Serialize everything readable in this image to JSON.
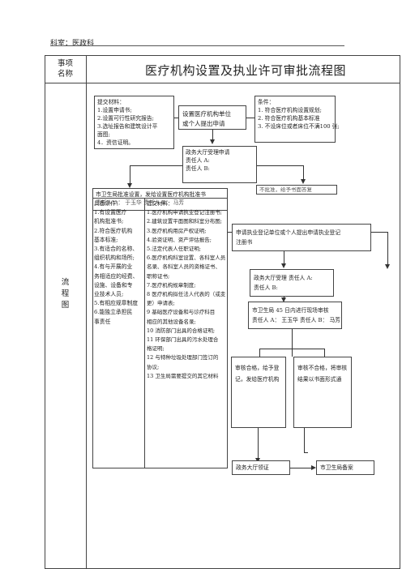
{
  "department": "科室：医政科",
  "header": {
    "item_label_line1": "事项",
    "item_label_line2": "名称",
    "title": "医疗机构设置及执业许可审批流程图"
  },
  "side_label": {
    "line1": "流",
    "line2": "程",
    "line3": "图"
  },
  "materials_box": {
    "heading": "提交材料：",
    "items": [
      "1.设置申请书;",
      "2.设置可行性研究报告;",
      "3.选址报告和建筑设计平",
      "面图;",
      "4．资信证明。"
    ]
  },
  "apply_box": {
    "line1": "设置医疗机构单位",
    "line2": "或个人提出申请"
  },
  "conditions_box": {
    "heading": "条件：",
    "items": [
      "1. 符合医疗机构设置规划;",
      "2. 符合医疗机构基本标准",
      "3. 不设床位或者床位不满100 张;"
    ]
  },
  "accept_box": {
    "line1": "政务大厅受理申请",
    "line2": "责任人 A:",
    "line3": "责任人 B:"
  },
  "reject_box": {
    "text": "不批准，给予书面答复"
  },
  "approve_setup_box": {
    "line1": "市卫生局批准设置，发给设置医疗机构批准书",
    "line2": "责任人 A：  于玉华      责任人 B：  马芳"
  },
  "requirements_box": {
    "heading": "具备条件：",
    "items": [
      "1.有设置医疗",
      "机构批准书;",
      "2.符合医疗机构",
      "基本标准;",
      "3.有适合的名称、",
      "组织机构和场所;",
      "4.有与开展的业",
      "务相适应的经费、",
      "设施、设备和专",
      "业技术人员;",
      "5.有相应规章制度",
      "6.能独立承担民",
      "事责任"
    ]
  },
  "license_materials_box": {
    "heading": "提交材料：",
    "items": [
      "1.医疗机构申请执业登记注册书;",
      "2.建筑设置平面图和科室分布图;",
      "3.医疗机构用房产权证明;",
      "4.验资证明、资产评估报告;",
      "5.法定代表人任职证明;",
      "6.医疗机构科室设置、各科室人员",
      "名录、各科室人员的资格证书、",
      "职称证书;",
      "7.医疗机构规章制度;",
      "8 医疗机构拟任法人代表的（或变",
      "更）申请表;",
      "9 基础医疗设备和与诊疗科目",
      "相应的其他设备名录;",
      "10 消防部门出具的合格证明;",
      "11 环保部门出具的污水处理合",
      "格证明;",
      "12 与特种垃圾处理部门签订的",
      "协议;",
      "13 卫生局需要提交的其它材料"
    ]
  },
  "register_apply_box": {
    "line1": "申请执业登记单位或个人提出申请执业登记",
    "line2": "注册书"
  },
  "accept2_box": {
    "line1": "政务大厅受理      责任人 A:",
    "line2": "责任人 B:"
  },
  "inspect_box": {
    "line1": "市卫生局 45 日内进行现场审核",
    "line2": "责任人 A：  王玉华    责任人 B：  马芳"
  },
  "pass_box": {
    "line1": "审核合格，给予登",
    "line2": "记，发给医疗机构"
  },
  "fail_box": {
    "line1": "审核不合格，将审核",
    "line2": "结果以书面形式通"
  },
  "certificate_box": {
    "text": "政务大厅领证"
  },
  "record_box": {
    "text": "市卫生局备案"
  }
}
